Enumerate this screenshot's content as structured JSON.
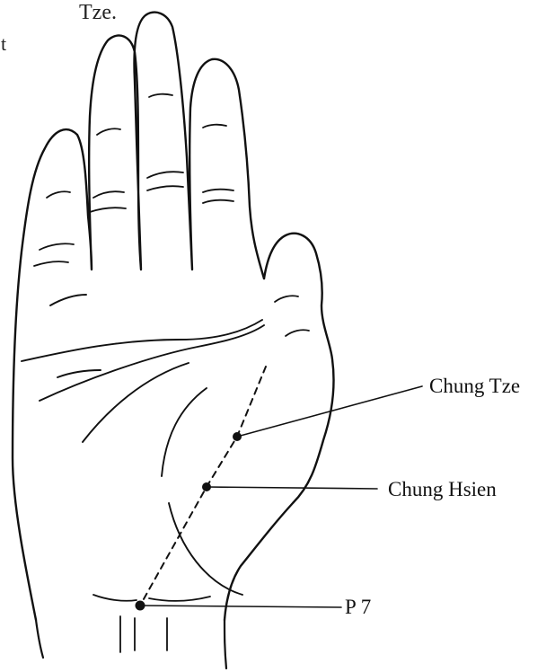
{
  "text_fragments": {
    "top_line_1": "Tze.",
    "top_line_2": "t"
  },
  "points": [
    {
      "id": "chung-tze",
      "label": "Chung Tze"
    },
    {
      "id": "chung-hsien",
      "label": "Chung Hsien"
    },
    {
      "id": "p7",
      "label": "P 7"
    }
  ],
  "colors": {
    "ink": "#111111",
    "background": "#ffffff"
  }
}
